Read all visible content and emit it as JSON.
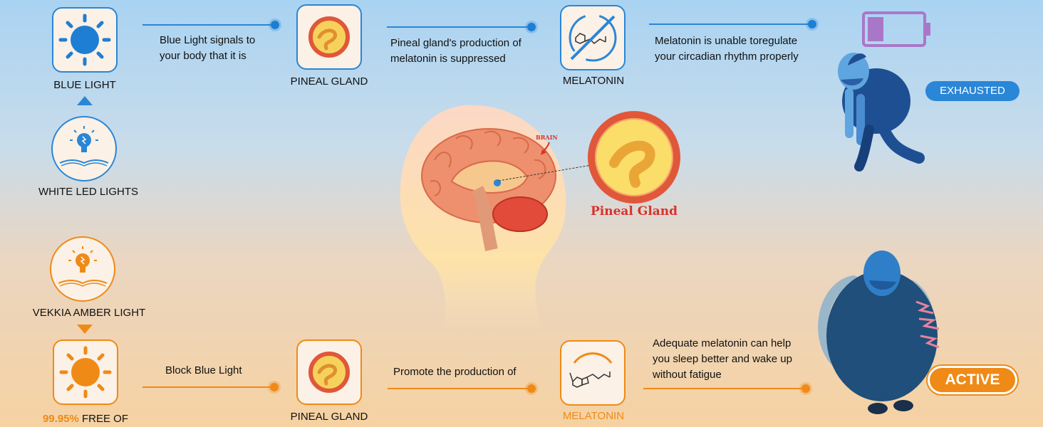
{
  "top_row": {
    "blue_light_label": "BLUE LIGHT",
    "step1_text": "Blue Light signals to your body that it is",
    "pineal_label": "PINEAL GLAND",
    "step2_text": "Pineal gland's production of melatonin is suppressed",
    "melatonin_label": "MELATONIN",
    "step3_text": "Melatonin is unable toregulate your circadian rhythm properly",
    "status_badge": "EXHAUSTED"
  },
  "white_led_label": "WHITE LED LIGHTS",
  "amber_label": "VEKKIA AMBER LIGHT",
  "bottom_row": {
    "free_percent": "99.95%",
    "free_text": " FREE OF",
    "step1_text": "Block Blue Light",
    "pineal_label": "PINEAL GLAND",
    "step2_text": "Promote the production of",
    "melatonin_label": "MELATONIN",
    "step3_text": "Adequate melatonin can help you sleep better and wake up without fatigue",
    "status_badge": "ACTIVE"
  },
  "center": {
    "brain_tag": "BRAIN",
    "pineal_title": "Pineal Gland"
  },
  "colors": {
    "blue": "#2a86d6",
    "orange": "#ef8a17",
    "red": "#d8322b"
  }
}
